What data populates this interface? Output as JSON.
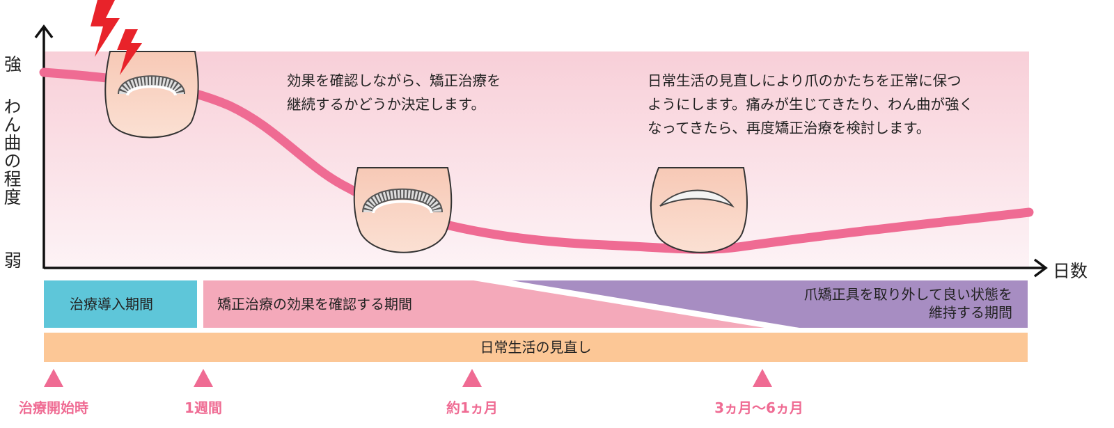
{
  "axis": {
    "y_strong": "強",
    "y_label": "わん曲の程度",
    "y_weak": "弱",
    "x_label": "日数"
  },
  "notes": {
    "left": [
      "効果を確認しながら、矯正治療を",
      "継続するかどうか決定します。"
    ],
    "right": [
      "日常生活の見直しにより爪のかたちを正常に保つ",
      "ようにします。痛みが生じてきたり、わん曲が強く",
      "なってきたら、再度矯正治療を検討します。"
    ]
  },
  "phases": {
    "introduction": "治療導入期間",
    "confirm": "矯正治療の効果を確認する期間",
    "maintain": [
      "爪矯正具を取り外して良い状態を",
      "維持する期間"
    ],
    "lifestyle": "日常生活の見直し"
  },
  "milestones": [
    "治療開始時",
    "1週間",
    "約1ヵ月",
    "3ヵ月〜6ヵ月"
  ],
  "colors": {
    "curve": "#ef6b93",
    "band_top": "#f8cfd8",
    "intro_bar": "#5ec6d9",
    "confirm_bar": "#f4a9ba",
    "maintain_bar": "#a78dc2",
    "lifestyle_bar": "#fcc796",
    "milestone": "#ef6b93",
    "bolt": "#e8232a",
    "nail_skin": "#f9d5c4"
  },
  "icons": [
    "lightning-bolt-icon",
    "nail-with-brace-icon",
    "nail-normal-icon",
    "milestone-triangle-icon"
  ]
}
